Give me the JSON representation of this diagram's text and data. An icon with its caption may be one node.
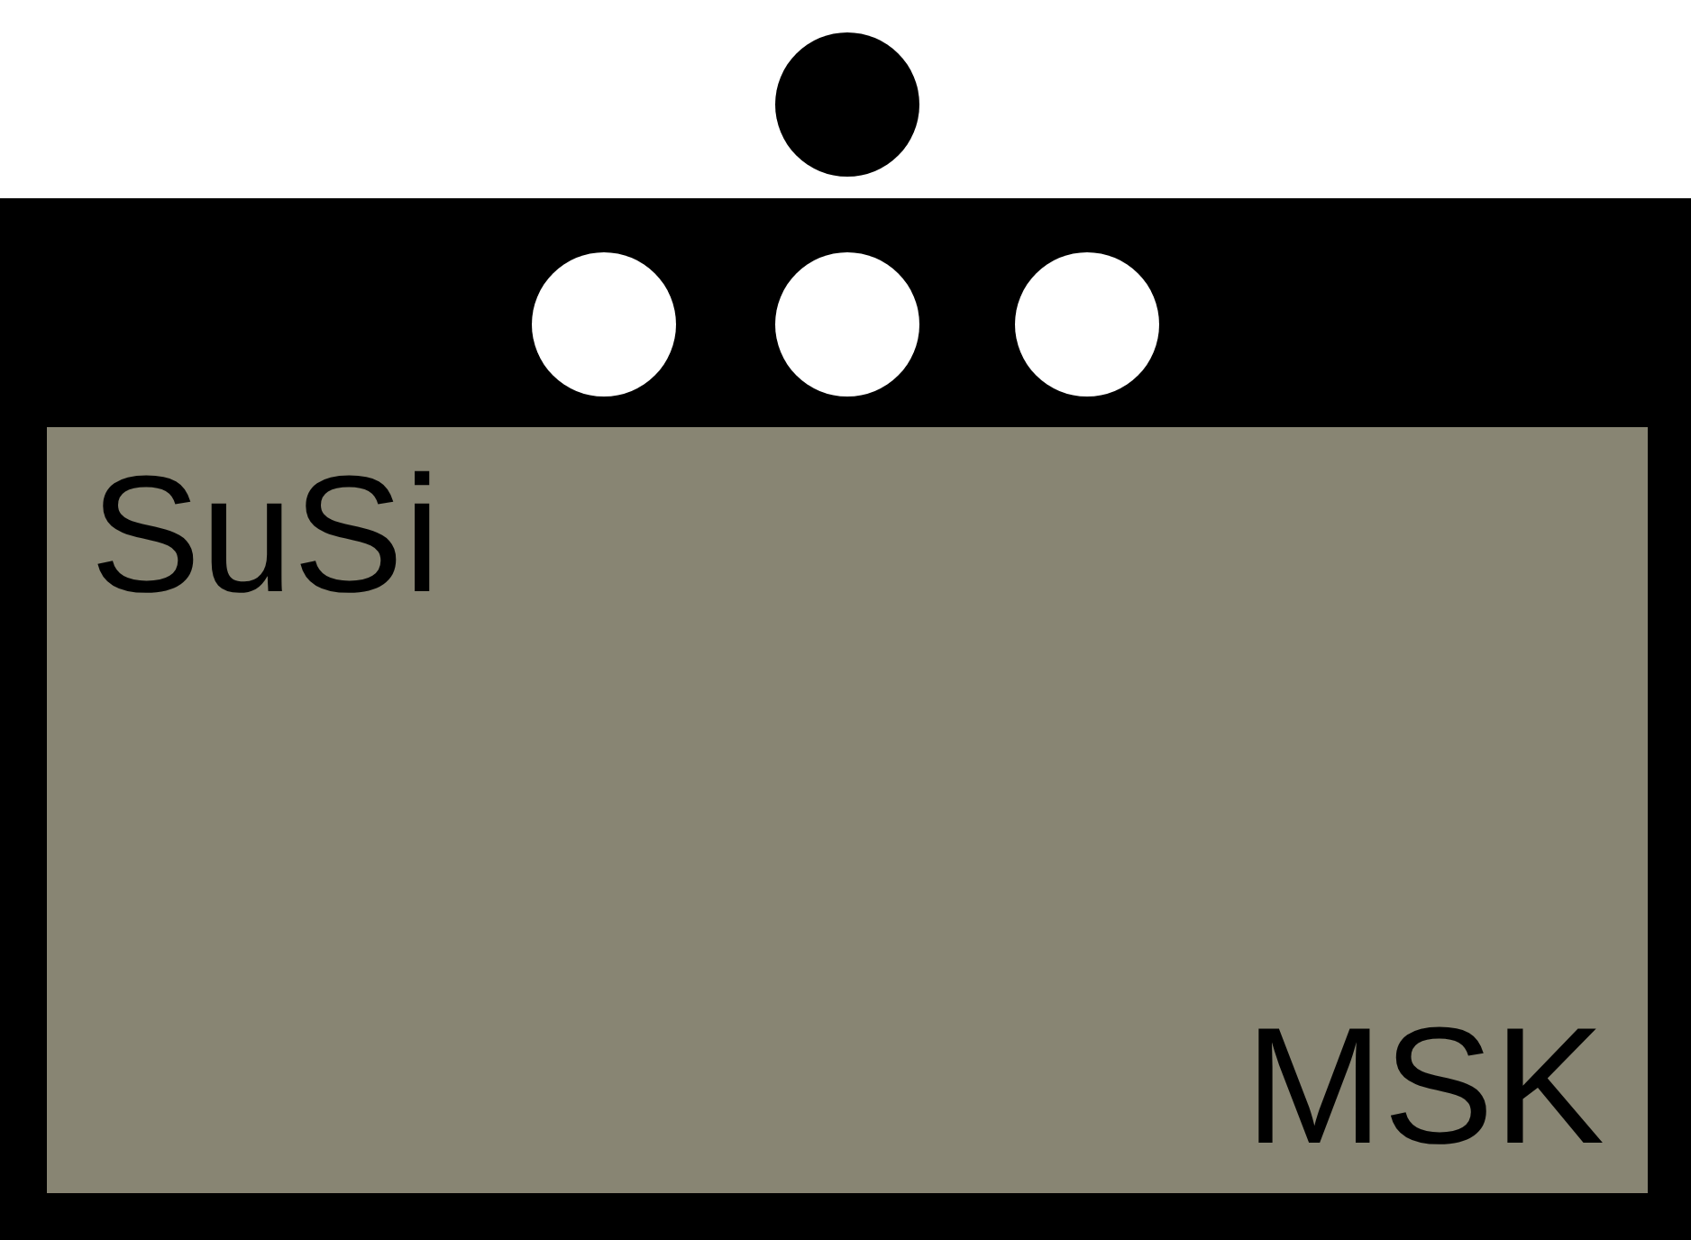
{
  "diagram": {
    "nodes": [
      {
        "text": [],
        "shape": "circle"
      },
      {
        "text": [],
        "shape": "box"
      },
      {
        "text": [],
        "shape": "circle",
        "in": 1
      },
      {
        "text": [],
        "shape": "circle",
        "in": 1
      },
      {
        "text": [],
        "shape": "circle",
        "in": 1
      },
      {
        "text": [
          "SuSi",
          "MSK"
        ],
        "in": 1
      }
    ]
  }
}
